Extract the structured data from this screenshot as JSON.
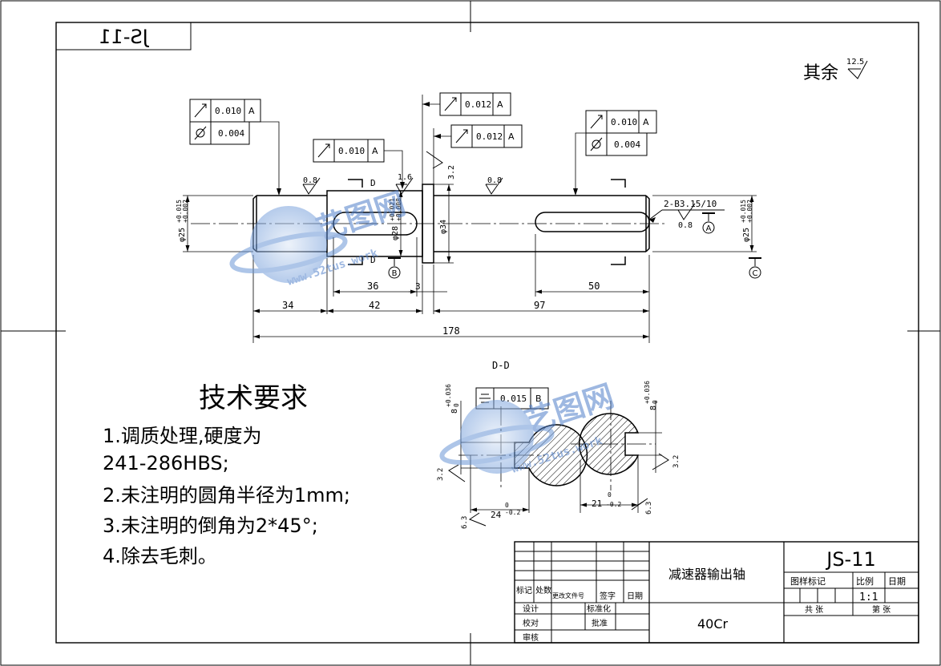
{
  "drawing_number": "JS-11",
  "drawing_number_mirrored": "JS-11",
  "roughness_note": {
    "prefix": "其余",
    "value": "12.5"
  },
  "tolerance_frames": {
    "left_runout": {
      "value": "0.010",
      "datum": "A"
    },
    "left_cyl": {
      "value": "0.004"
    },
    "mid_runout": {
      "value": "0.010",
      "datum": "A"
    },
    "shoulder_a": {
      "value": "0.012",
      "datum": "A"
    },
    "shoulder_b": {
      "value": "0.012",
      "datum": "A"
    },
    "right_runout": {
      "value": "0.010",
      "datum": "A"
    },
    "right_cyl": {
      "value": "0.004"
    },
    "section_sym": {
      "value": "0.015",
      "datum": "B"
    }
  },
  "roughness_marks": [
    "0.8",
    "1.6",
    "3.2",
    "0.8",
    "0.8",
    "3.2",
    "6.3",
    "3.2",
    "6.3"
  ],
  "center_hole": "2-B3.15/10",
  "datums": [
    "A",
    "B",
    "C"
  ],
  "section_labels": {
    "cut": "D",
    "title": "D-D"
  },
  "diameters": {
    "left": "φ25",
    "left_tol_up": "+0.015",
    "left_tol_dn": "+0.002",
    "second": "φ28",
    "second_tol_up": "+0.021",
    "second_tol_dn": "+0.008",
    "collar": "φ34",
    "right": "φ25",
    "right_tol_up": "+0.015",
    "right_tol_dn": "+0.002"
  },
  "dimensions": {
    "d36": "36",
    "d50": "50",
    "d3": "3",
    "d34": "34",
    "d42": "42",
    "d97": "97",
    "d178": "178",
    "key_left_w": "8",
    "key_left_w_tol": "+0.036",
    "key_left_w_tol2": "0",
    "key_left_depth": "24",
    "key_left_depth_tol": "-0.2",
    "key_left_depth_tol2": "0",
    "key_right_w": "8",
    "key_right_w_tol": "+0.036",
    "key_right_w_tol2": "0",
    "key_right_depth": "21",
    "key_right_depth_tol": "-0.2",
    "key_right_depth_tol2": "0"
  },
  "tech_requirements": {
    "title": "技术要求",
    "items": [
      "1.调质处理,硬度为",
      "241-286HBS;",
      "2.未注明的圆角半径为1mm;",
      "3.未注明的倒角为2*45°;",
      "4.除去毛刺。"
    ]
  },
  "watermark": {
    "brand": "艺图网",
    "url": "www.52tus.work"
  },
  "title_block": {
    "part_name": "减速器输出轴",
    "material": "40Cr",
    "code": "JS-11",
    "hdr_mark": "图样标记",
    "hdr_ratio": "比例",
    "hdr_date": "日期",
    "ratio": "1:1",
    "total": "共 张",
    "sheet": "第 张",
    "rev_headers": [
      "标记",
      "处数",
      "更改文件号",
      "签字",
      "日期"
    ],
    "roles": [
      "设计",
      "标准化",
      "校对",
      "批准",
      "审核"
    ]
  }
}
